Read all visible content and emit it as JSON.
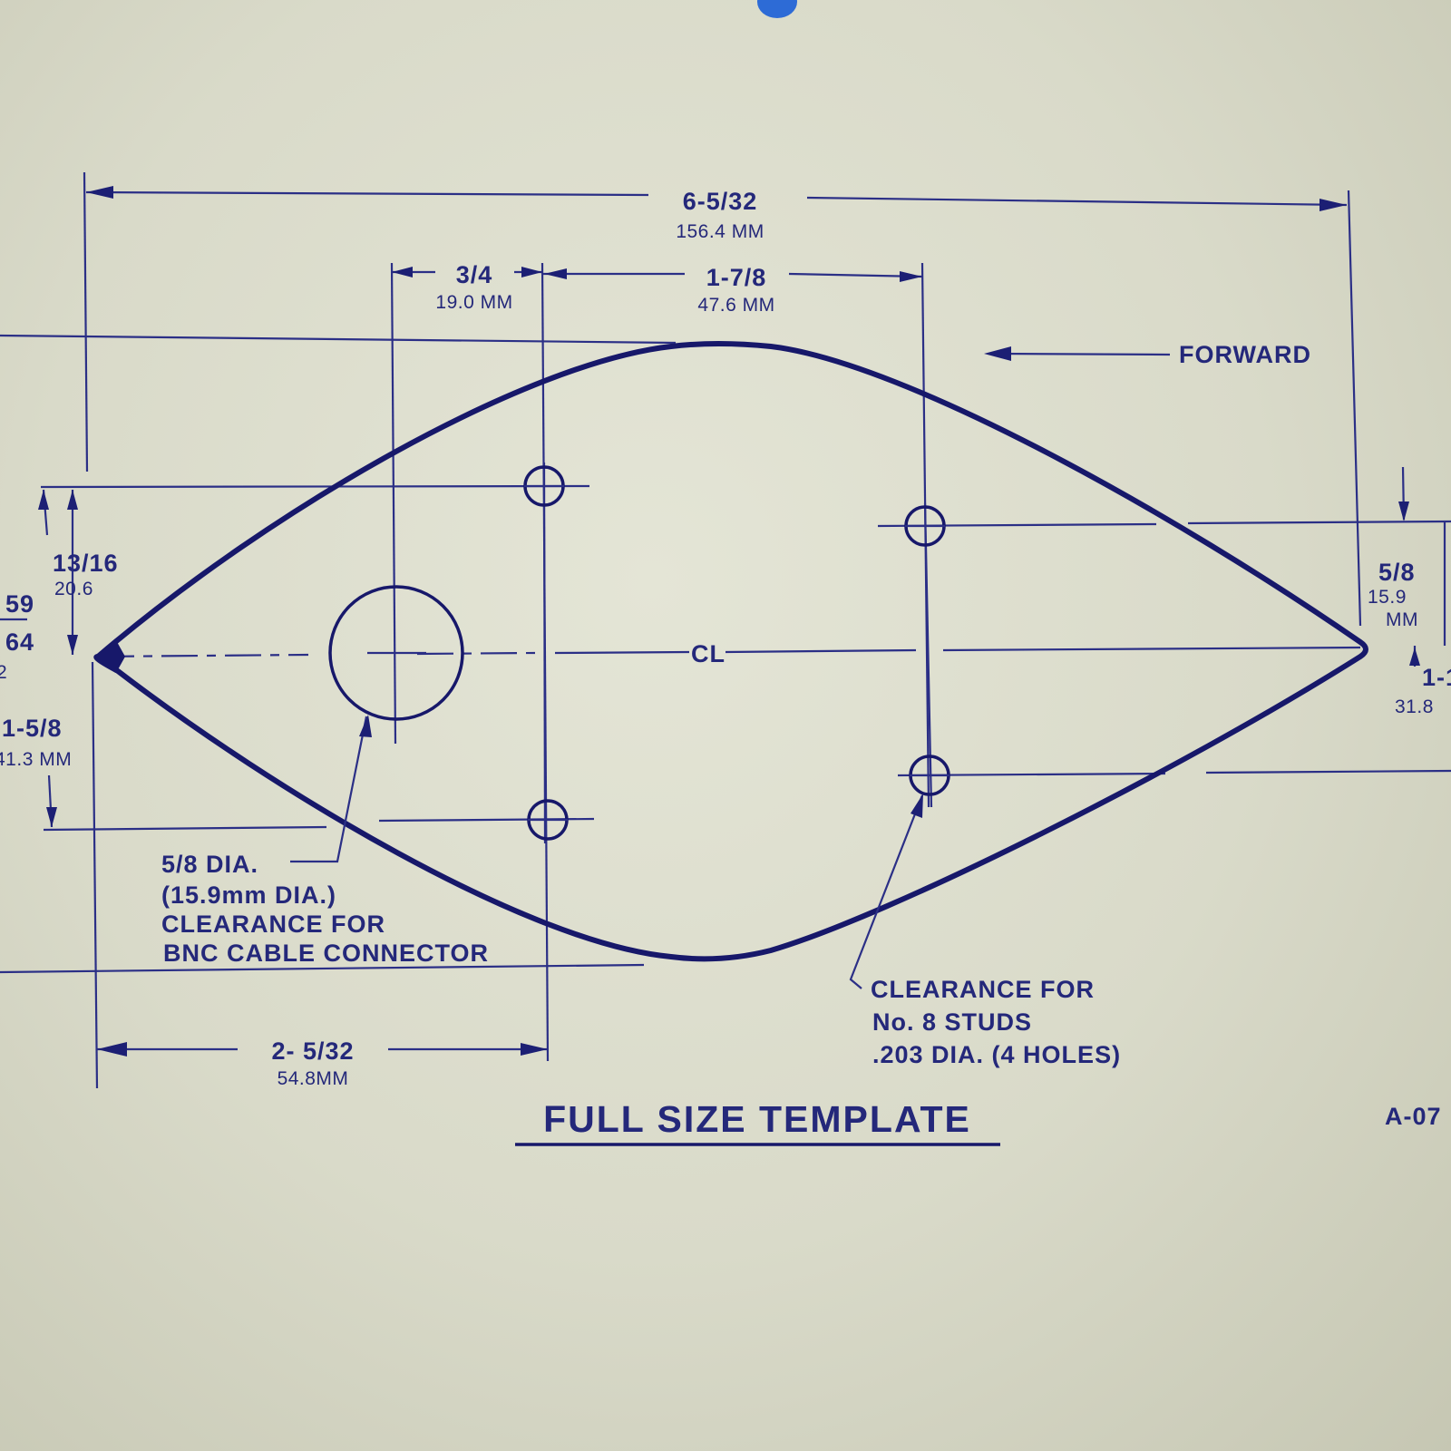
{
  "dimensions": {
    "overall_width": {
      "frac": "6-5/32",
      "mm": "156.4 MM"
    },
    "connector_offset": {
      "frac": "3/4",
      "mm": "19.0 MM"
    },
    "stud_spacing": {
      "frac": "1-7/8",
      "mm": "47.6 MM"
    },
    "left_stud_offset": {
      "frac": "2- 5/32",
      "mm": "54.8MM"
    },
    "left_upper": {
      "frac": "13/16",
      "mm": "20.6"
    },
    "left_lower": {
      "frac": "1-5/8",
      "mm": "41.3 MM"
    },
    "left_edge_partial": {
      "line1": "59",
      "line2": "64",
      "line3": "2"
    },
    "right_upper": {
      "frac": "5/8",
      "mm_line1": "15.9",
      "mm_line2": "MM"
    },
    "right_lower_partial": {
      "frac": "1-1",
      "mm": "31.8"
    }
  },
  "labels": {
    "forward": "FORWARD",
    "centerline": "CL",
    "connector_note": [
      "5/8 DIA.",
      "(15.9mm DIA.)",
      "CLEARANCE FOR",
      "BNC CABLE CONNECTOR"
    ],
    "stud_note": [
      "CLEARANCE  FOR",
      "No. 8 STUDS",
      ".203 DIA. (4 HOLES)"
    ],
    "title": "FULL SIZE TEMPLATE",
    "drawing_number_partial": "A-07"
  },
  "colors": {
    "ink": "#17186a",
    "paper": "#d9dac9"
  }
}
